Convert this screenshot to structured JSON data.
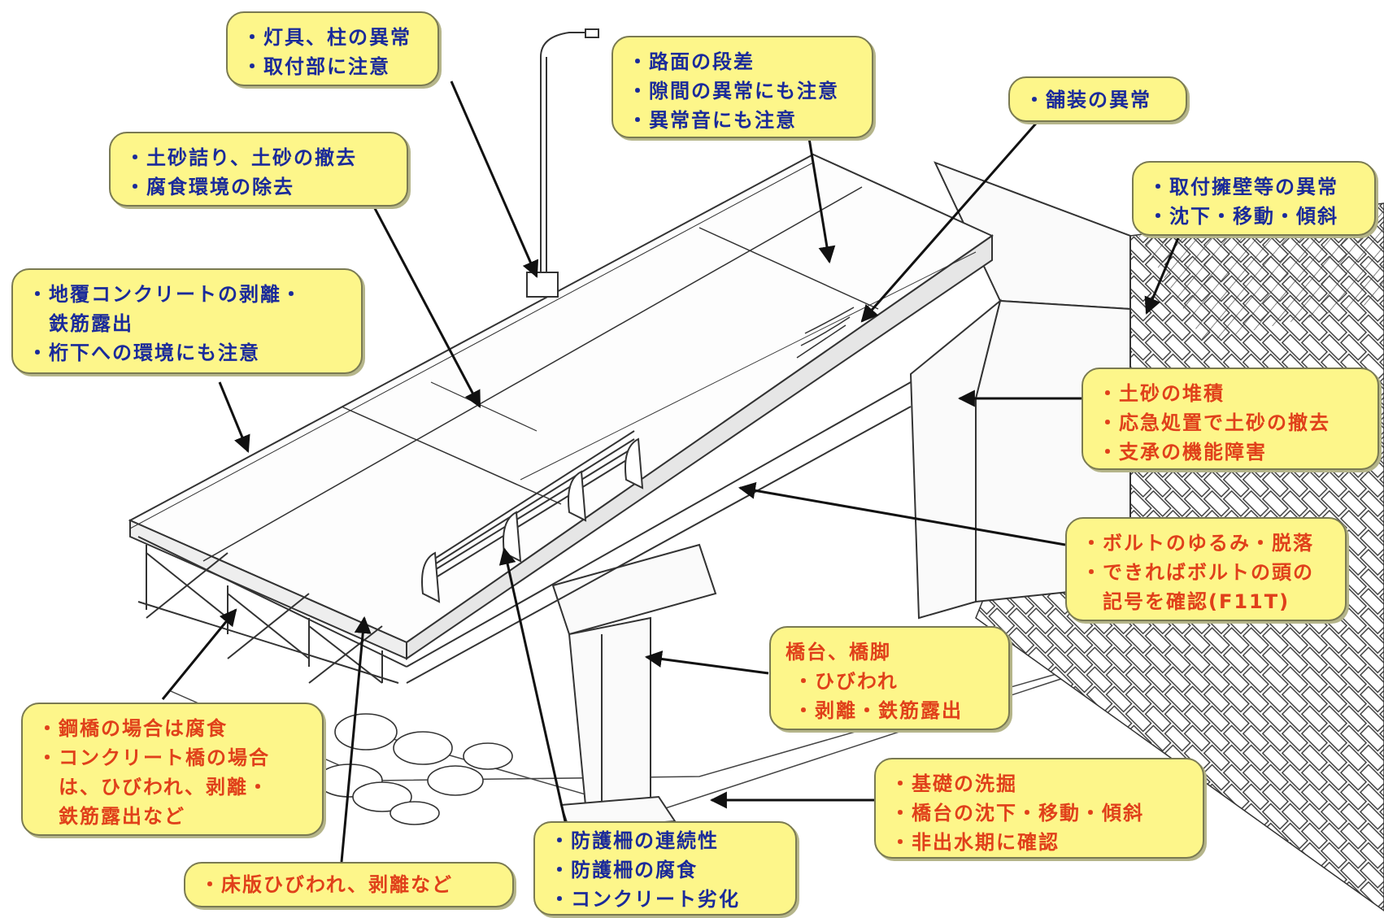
{
  "diagram": {
    "boxes": [
      {
        "id": "lighting",
        "color": "blue",
        "lines": [
          "・灯具、柱の異常",
          "・取付部に注意"
        ]
      },
      {
        "id": "road_surface",
        "color": "blue",
        "lines": [
          "・路面の段差",
          "・隙間の異常にも注意",
          "・異常音にも注意"
        ]
      },
      {
        "id": "pavement",
        "color": "blue",
        "lines": [
          "・舗装の異常"
        ]
      },
      {
        "id": "retaining_wall",
        "color": "blue",
        "lines": [
          "・取付擁壁等の異常",
          "・沈下・移動・傾斜"
        ]
      },
      {
        "id": "drainage",
        "color": "blue",
        "lines": [
          "・土砂詰り、土砂の撤去",
          "・腐食環境の除去"
        ]
      },
      {
        "id": "cover_concrete",
        "color": "blue",
        "lines": [
          "・地覆コンクリートの剥離・",
          "鉄筋露出",
          "・桁下への環境にも注意"
        ]
      },
      {
        "id": "sediment",
        "color": "red",
        "lines": [
          "・土砂の堆積",
          "・応急処置で土砂の撤去",
          "・支承の機能障害"
        ]
      },
      {
        "id": "bolts",
        "color": "red",
        "lines": [
          "・ボルトのゆるみ・脱落",
          "・できればボルトの頭の",
          "記号を確認(F11T)"
        ]
      },
      {
        "id": "abutment_pier",
        "color": "red",
        "lines": [
          "橋台、橋脚",
          "・ひびわれ",
          "・剥離・鉄筋露出"
        ]
      },
      {
        "id": "girder",
        "color": "red",
        "lines": [
          "・鋼橋の場合は腐食",
          "・コンクリート橋の場合",
          "は、ひびわれ、剥離・",
          "鉄筋露出など"
        ]
      },
      {
        "id": "foundation",
        "color": "red",
        "lines": [
          "・基礎の洗掘",
          "・橋台の沈下・移動・傾斜",
          "・非出水期に確認"
        ]
      },
      {
        "id": "deck_slab",
        "color": "red",
        "lines": [
          "・床版ひびわれ、剥離など"
        ]
      },
      {
        "id": "guardrail",
        "color": "blue",
        "lines": [
          "・防護柵の連続性",
          "・防護柵の腐食",
          "・コンクリート劣化"
        ]
      }
    ],
    "colors": {
      "box_fill": "#fdf68a",
      "text_blue": "#1a2a9a",
      "text_red": "#e0401a",
      "line": "#111111"
    }
  }
}
